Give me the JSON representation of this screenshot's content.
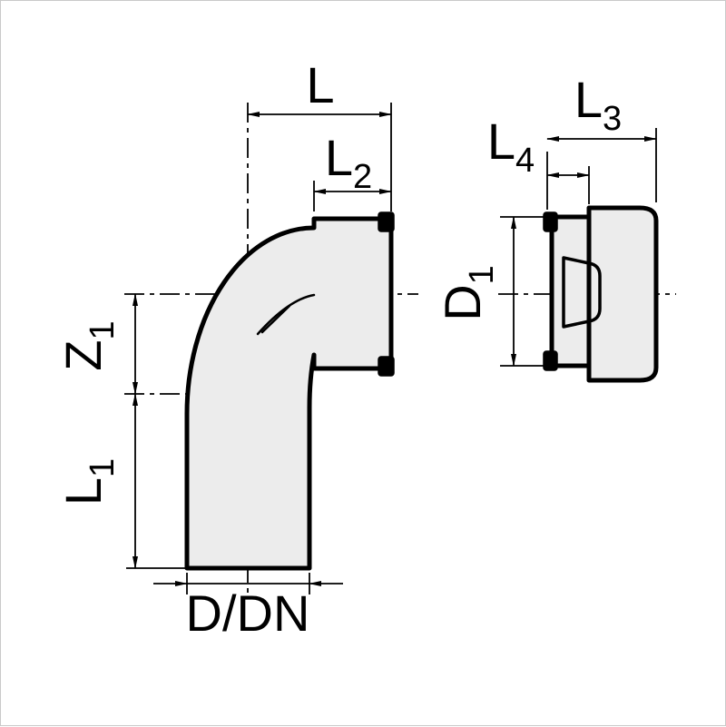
{
  "drawing": {
    "description": "Technical dimension drawing of a 90-degree pipe elbow with socket",
    "views": {
      "front": "elbow front view",
      "side": "elbow side view"
    }
  },
  "colors": {
    "background": "#ffffff",
    "body_fill": "#ececec",
    "line": "#000000"
  },
  "labels": {
    "l": {
      "base": "L",
      "sub": ""
    },
    "l2": {
      "base": "L",
      "sub": "2"
    },
    "z1": {
      "base": "Z",
      "sub": "1"
    },
    "l1": {
      "base": "L",
      "sub": "1"
    },
    "ddn": {
      "base": "D/DN",
      "sub": ""
    },
    "l3": {
      "base": "L",
      "sub": "3"
    },
    "l4": {
      "base": "L",
      "sub": "4"
    },
    "d1": {
      "base": "D",
      "sub": "1"
    }
  }
}
